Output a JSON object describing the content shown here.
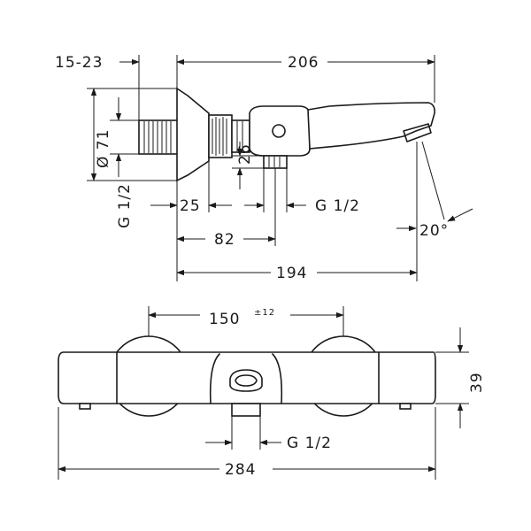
{
  "side_view": {
    "dim_mount_range": "15-23",
    "dim_total_length": "206",
    "dim_diameter": "Ø 71",
    "dim_thread_left": "G 1/2",
    "dim_height_outlet": "26",
    "dim_offset": "25",
    "dim_thread_outlet": "G 1/2",
    "dim_angle": "20°",
    "dim_82": "82",
    "dim_194": "194"
  },
  "front_view": {
    "dim_centers": "150",
    "dim_centers_tolerance": "±12",
    "dim_height": "39",
    "dim_thread_bottom": "G 1/2",
    "dim_total_width": "284"
  },
  "colors": {
    "line": "#1a1a1a",
    "background": "#ffffff"
  }
}
